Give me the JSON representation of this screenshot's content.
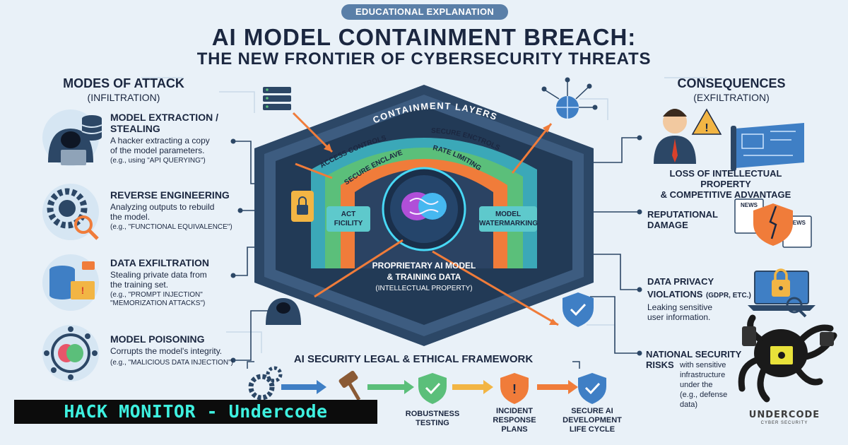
{
  "header": {
    "badge": "EDUCATIONAL EXPLANATION",
    "title_line1": "AI MODEL CONTAINMENT BREACH:",
    "title_line2": "THE NEW FRONTIER OF CYBERSECURITY THREATS"
  },
  "attack": {
    "heading": "MODES OF ATTACK",
    "subheading": "(INFILTRATION)",
    "items": [
      {
        "title": "MODEL EXTRACTION /\nSTEALING",
        "desc": "A hacker extracting a copy\nof the model parameters.",
        "example": "(e.g., using \"API QUERYING\")"
      },
      {
        "title": "REVERSE ENGINEERING",
        "desc": "Analyzing outputs to rebuild\nthe model.",
        "example": "(e.g., \"FUNCTIONAL EQUIVALENCE\")"
      },
      {
        "title": "DATA EXFILTRATION",
        "desc": "Stealing private data from\nthe training set.",
        "example": "(e.g., \"PROMPT INJECTION\"\n\"MEMORIZATION ATTACKS\")"
      },
      {
        "title": "MODEL POISONING",
        "desc": "Corrupts the model's integrity.",
        "example": "(e.g., \"MALICIOUS DATA INJECTION\")"
      }
    ]
  },
  "consequences": {
    "heading": "CONSEQUENCES",
    "subheading": "(EXFILTRATION)",
    "items": [
      {
        "title": "LOSS OF INTELLECTUAL PROPERTY\n& COMPETITIVE ADVANTAGE",
        "desc": ""
      },
      {
        "title": "REPUTATIONAL\nDAMAGE",
        "desc": ""
      },
      {
        "title": "DATA PRIVACY\nVIOLATIONS",
        "suffix": "(GDPR, ETC.)",
        "desc": "Leaking sensitive\nuser information."
      },
      {
        "title": "NATIONAL SECURITY\nRISKS",
        "desc": "with sensitive\ninfrastructure under the\n(e.g., defense data)"
      }
    ]
  },
  "center": {
    "layers_title": "CONTAINMENT LAYERS",
    "layer_labels": [
      "ACCESS CONTROLS",
      "SECURE ENCTROLS",
      "SECURE ENCLAVE",
      "RATE LIMITING"
    ],
    "left_tag": "ACT\nFICILITY",
    "right_tag": "MODEL\nWATERMARKING",
    "core_lines": [
      "PROPRIETARY AI MODEL",
      "& TRAINING DATA",
      "(INTELLECTUAL PROPERTY)"
    ]
  },
  "framework": {
    "title": "AI SECURITY LEGAL & ETHICAL FRAMEWORK",
    "steps": [
      "",
      "",
      "ROBUSTNESS\nTESTING",
      "INCIDENT\nRESPONSE\nPLANS",
      "SECURE AI\nDEVELOPMENT\nLIFE CYCLE"
    ]
  },
  "overlay": {
    "banner": "HACK MONITOR - Undercode",
    "logo_text": "UNDERCODE",
    "logo_sub": "CYBER SECURITY"
  },
  "colors": {
    "navy": "#1b2740",
    "teal": "#3ba8b8",
    "orange": "#f07c3a",
    "green": "#5bbf7a",
    "hex_frame": "#2c4766",
    "banner_text": "#3ef1e0"
  },
  "icons": [
    "hacker-laptop-icon",
    "database-icon",
    "gear-magnifier-icon",
    "database-folder-icon",
    "brain-circuit-icon",
    "businessman-warning-icon",
    "blueprint-icon",
    "news-shield-icon",
    "laptop-lock-icon",
    "server-icon",
    "network-globe-icon",
    "lock-icon",
    "shield-check-icon",
    "gavel-icon",
    "octopus-hacker-icon"
  ]
}
